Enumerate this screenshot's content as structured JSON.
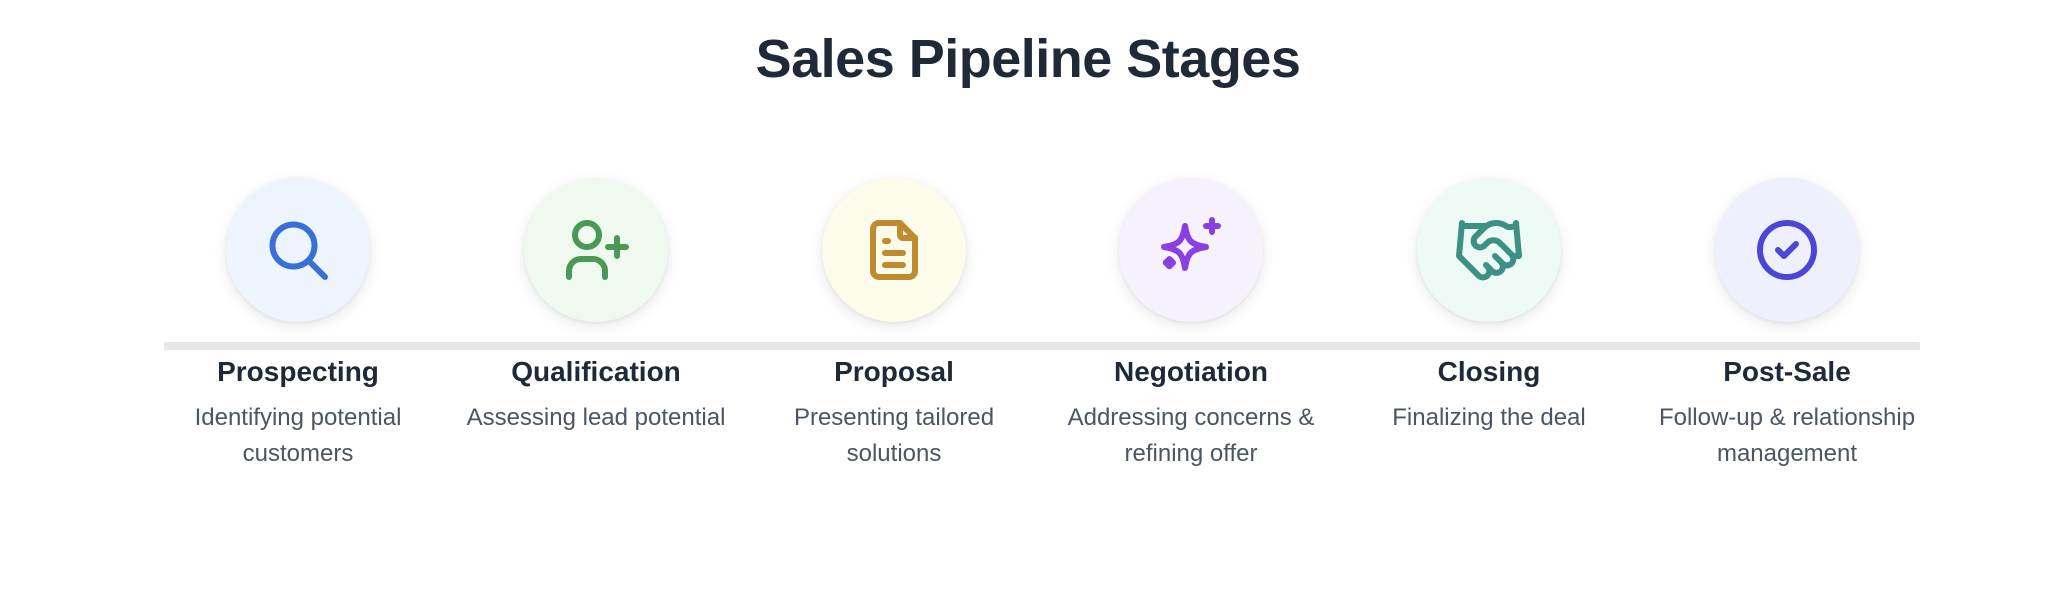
{
  "title": "Sales Pipeline Stages",
  "stages": [
    {
      "name": "Prospecting",
      "desc": "Identifying potential customers",
      "icon": "search-icon",
      "color": "#3b6fd8",
      "bg": "#eef4fd"
    },
    {
      "name": "Qualification",
      "desc": "Assessing lead potential",
      "icon": "user-plus-icon",
      "color": "#4a9a55",
      "bg": "#f0f9f0"
    },
    {
      "name": "Proposal",
      "desc": "Presenting tailored solutions",
      "icon": "document-icon",
      "color": "#c08a2e",
      "bg": "#fdfbe9"
    },
    {
      "name": "Negotiation",
      "desc": "Addressing concerns & refining offer",
      "icon": "sparkle-icon",
      "color": "#8b3fe0",
      "bg": "#f6f2fd"
    },
    {
      "name": "Closing",
      "desc": "Finalizing the deal",
      "icon": "handshake-icon",
      "color": "#3c9185",
      "bg": "#eefaf6"
    },
    {
      "name": "Post-Sale",
      "desc": "Follow-up & relationship management",
      "icon": "check-circle-icon",
      "color": "#4b46d6",
      "bg": "#eef1fd"
    }
  ]
}
